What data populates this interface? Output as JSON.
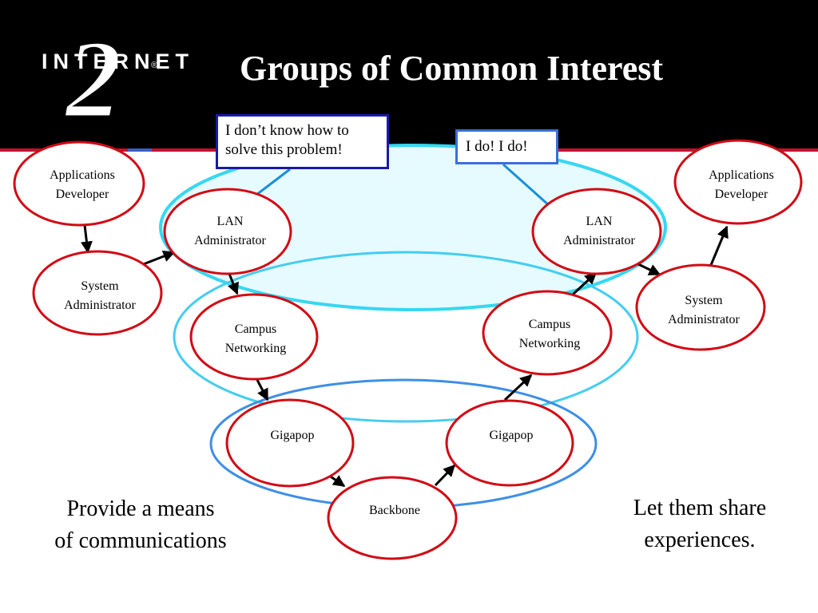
{
  "header": {
    "logo_wordmark": "INTERNET",
    "logo_numeral": "2",
    "logo_registered": "®",
    "title": "Groups of Common Interest"
  },
  "colors": {
    "header_bg": "#000000",
    "node_border": "#d10a14",
    "lan_group_fill": "#e6fbff",
    "lan_group_border": "#37d7f0",
    "campus_group_border": "#45cdf0",
    "gigapop_group_border": "#3d8fe6",
    "callout_arrow": "#1a8fd6"
  },
  "nodes": {
    "app_dev_left": "Applications\nDeveloper",
    "sys_admin_left": "System\nAdministrator",
    "lan_admin_left": "LAN\nAdministrator",
    "campus_left": "Campus\nNetworking",
    "gigapop_left": "Gigapop",
    "backbone": "Backbone",
    "gigapop_right": "Gigapop",
    "campus_right": "Campus\nNetworking",
    "lan_admin_right": "LAN\nAdministrator",
    "sys_admin_right": "System\nAdministrator",
    "app_dev_right": "Applications\nDeveloper"
  },
  "callouts": {
    "question": "I don’t know how to\nsolve this problem!",
    "answer": "I do! I do!"
  },
  "captions": {
    "left": "Provide a means\nof communications",
    "right": "Let them share\nexperiences."
  }
}
